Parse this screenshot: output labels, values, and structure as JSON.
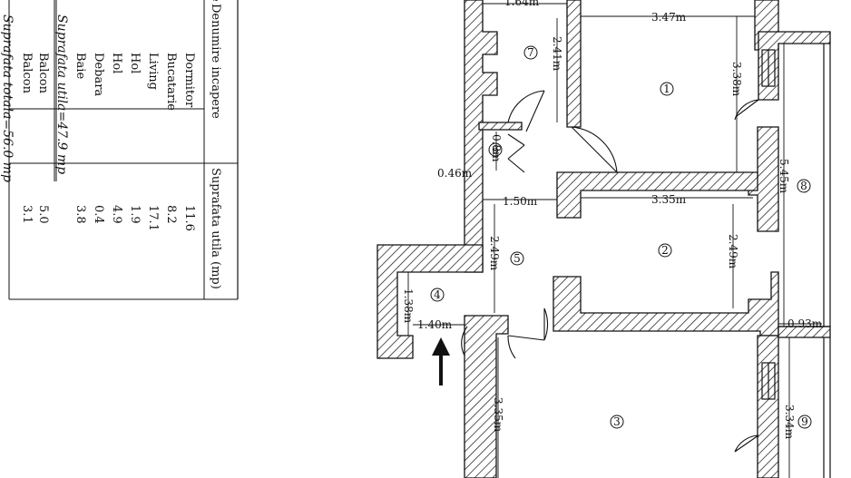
{
  "table": {
    "header_name": "Denumire incapere",
    "header_area": "Suprafata utila (mp)",
    "rows": [
      {
        "name": "Dormitor",
        "area": "11.6"
      },
      {
        "name": "Bucatarie",
        "area": "8.2"
      },
      {
        "name": "Living",
        "area": "17.1"
      },
      {
        "name": "Hol",
        "area": "1.9"
      },
      {
        "name": "Hol",
        "area": "4.9"
      },
      {
        "name": "Debara",
        "area": "0.4"
      },
      {
        "name": "Baie",
        "area": "3.8"
      }
    ],
    "useful_total": "Suprafata utila=47.9 mp",
    "balcony_rows": [
      {
        "name": "Balcon",
        "area": "5.0"
      },
      {
        "name": "Balcon",
        "area": "3.1"
      }
    ],
    "grand_total": "Suprafata totala=56.0 mp",
    "edge_letter": "e"
  },
  "rooms": [
    "1",
    "2",
    "3",
    "4",
    "5",
    "6",
    "7",
    "8",
    "9"
  ],
  "dimensions": {
    "d_164": "1.64m",
    "d_347": "3.47m",
    "d_241": "2.41m",
    "d_338": "3.38m",
    "d_08": "0.8m",
    "d_046": "0.46m",
    "d_150": "1.50m",
    "d_335a": "3.35m",
    "d_545": "5.45m",
    "d_249a": "2.49m",
    "d_249b": "2.49m",
    "d_138": "1.38m",
    "d_140": "1.40m",
    "d_093": "0.93m",
    "d_335b": "3.35m",
    "d_334": "3.34m"
  }
}
